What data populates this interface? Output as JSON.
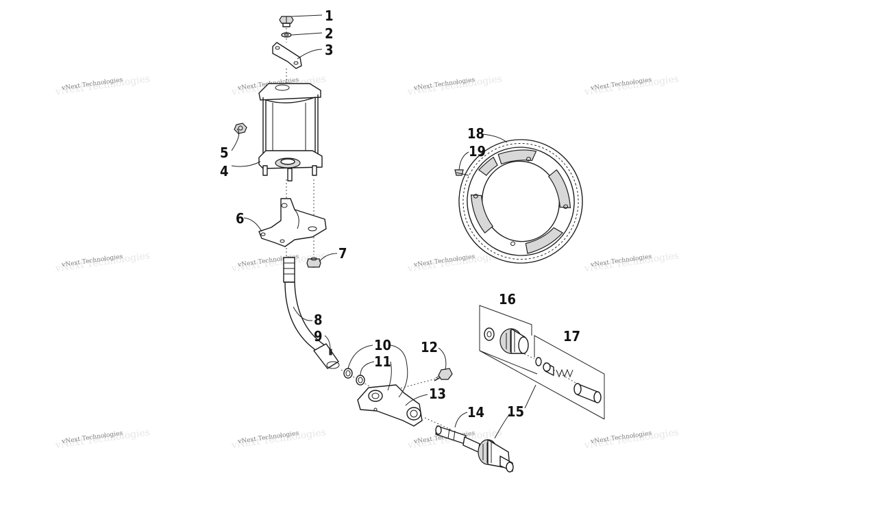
{
  "diagram": {
    "callouts": [
      {
        "num": "1"
      },
      {
        "num": "2"
      },
      {
        "num": "3"
      },
      {
        "num": "4"
      },
      {
        "num": "5"
      },
      {
        "num": "6"
      },
      {
        "num": "7"
      },
      {
        "num": "8"
      },
      {
        "num": "9"
      },
      {
        "num": "10"
      },
      {
        "num": "11"
      },
      {
        "num": "12"
      },
      {
        "num": "13"
      },
      {
        "num": "14"
      },
      {
        "num": "15"
      },
      {
        "num": "16"
      },
      {
        "num": "17"
      },
      {
        "num": "18"
      },
      {
        "num": "19"
      }
    ],
    "watermark": {
      "text": "vNext Technologies",
      "ghost_text": "vNext Technologies"
    }
  }
}
